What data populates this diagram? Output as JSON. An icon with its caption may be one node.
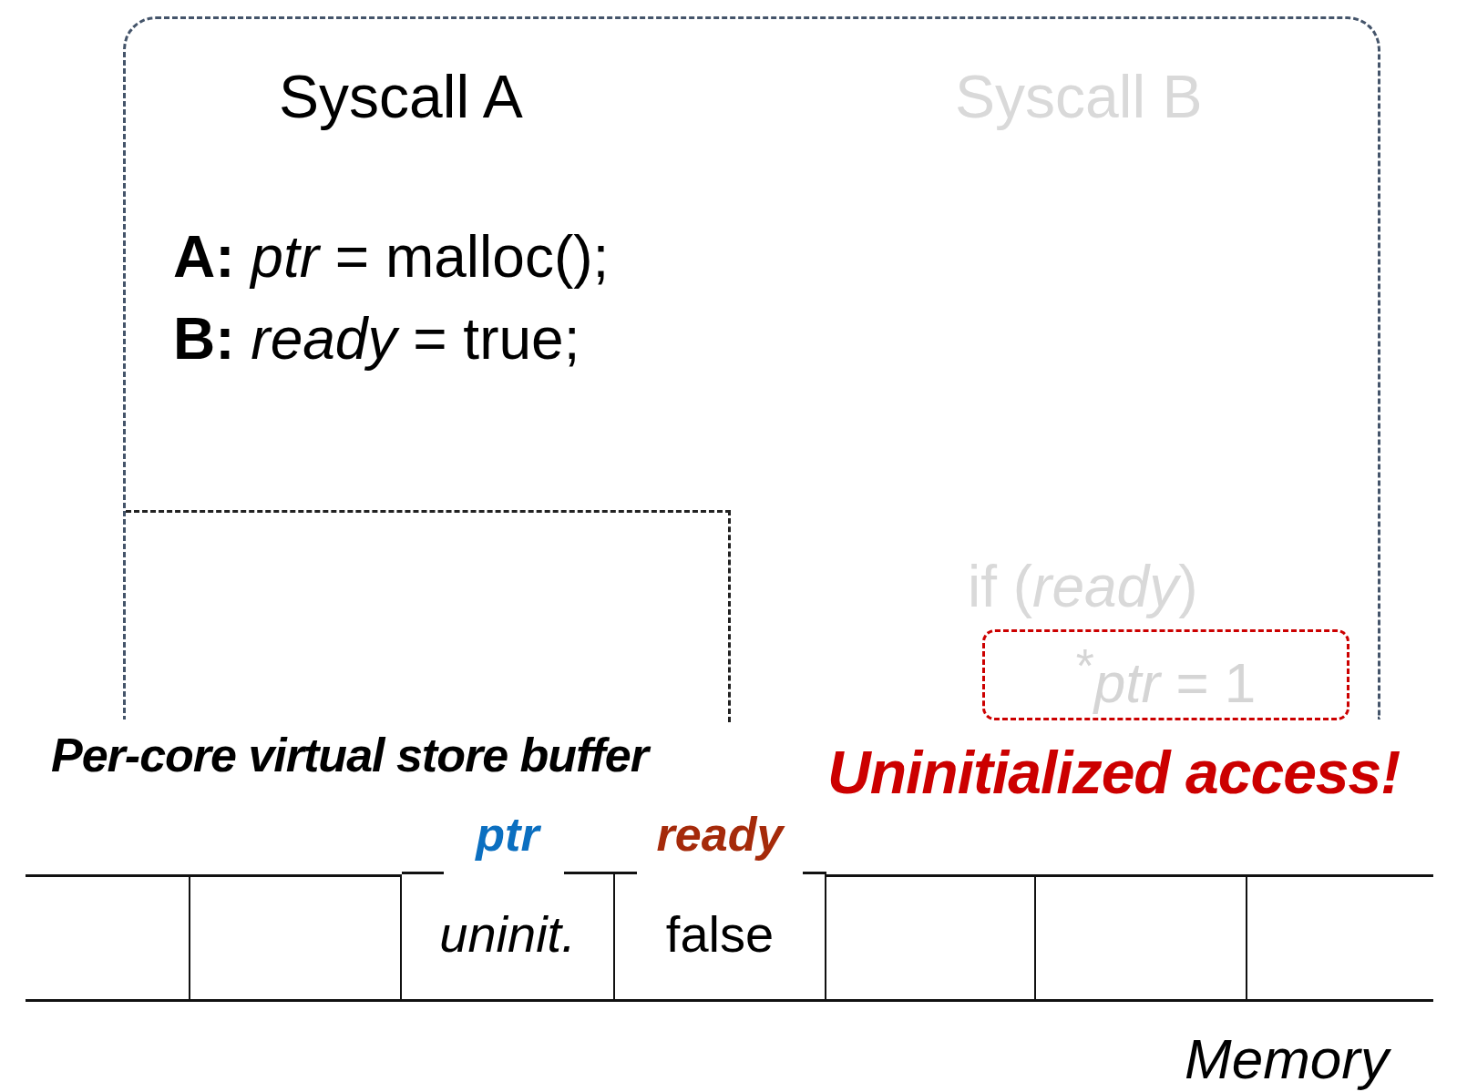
{
  "diagram": {
    "nodes": [
      {
        "text": [
          "Syscall A",
          "Syscall B"
        ]
      },
      {
        "text": [],
        "shape": "box",
        "in": 0,
        "beside": [
          "Per-core virtual  store buffer"
        ]
      },
      {
        "text": [
          "$^{*}$*ptr* = 1"
        ],
        "in": 0
      },
      {
        "text": [],
        "shape": "box"
      },
      {
        "text": [],
        "shape": "box"
      },
      {
        "text": [
          "uninit."
        ],
        "beside": [
          "ptr"
        ]
      },
      {
        "text": [
          "false"
        ],
        "beside": [
          "ready"
        ]
      },
      {
        "text": [],
        "shape": "box"
      },
      {
        "text": [],
        "shape": "box"
      },
      {
        "text": [],
        "shape": "box"
      }
    ],
    "edges": [],
    "labels": [
      "**A:**  *ptr* = malloc();",
      "**B:**  *ready* = true;",
      "if (*ready*)",
      "Uninitialized access!",
      "Memory"
    ]
  }
}
